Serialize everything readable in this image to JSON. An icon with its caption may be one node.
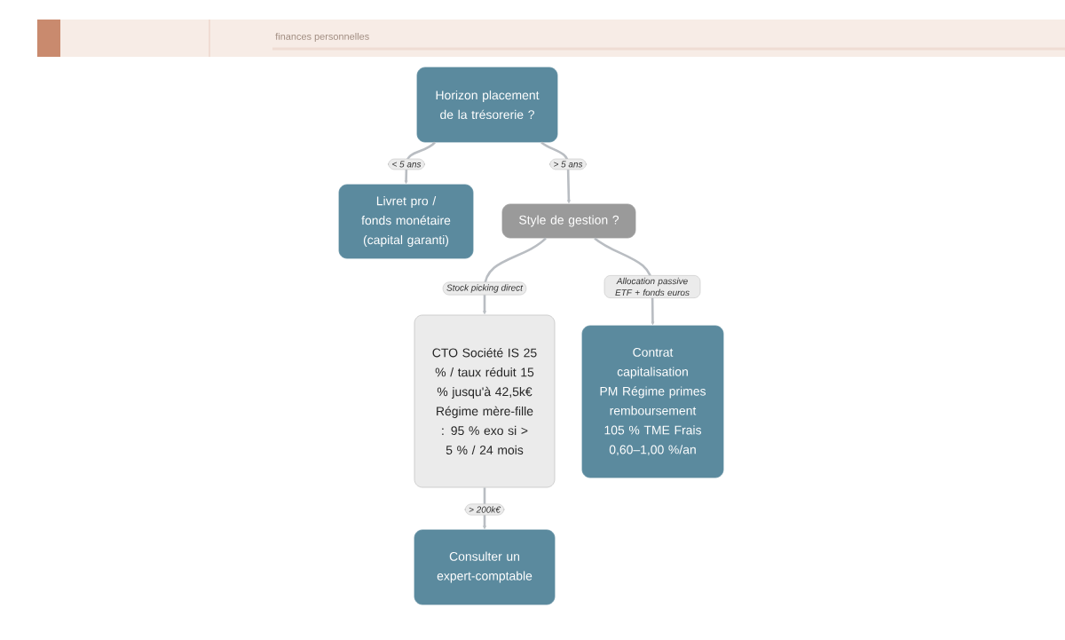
{
  "diagram": {
    "nodes": [
      {
        "text": [
          "Horizon placement de la trésorerie ?"
        ]
      },
      {
        "text": [
          "Livret pro / fonds monétaire (capital garanti)"
        ]
      },
      {
        "text": [
          "Style de gestion ?"
        ]
      },
      {
        "text": [
          "CTO Société IS 25 % / taux réduit 15 % jusqu'à 42,5k€ Régime mère-fille : 95 % exo si > 5 % / 24 mois"
        ]
      },
      {
        "text": [
          "Contrat capitalisation PM Régime primes remboursement 105 % TME Frais 0,60–1,00 %/an"
        ]
      },
      {
        "text": [
          "Consulter un expert-comptable"
        ]
      }
    ],
    "edges": [
      {
        "from": 0,
        "to": 1,
        "arrow": "to",
        "label": "< 5 ans"
      },
      {
        "from": 0,
        "to": 2,
        "arrow": "to",
        "label": "> 5 ans"
      },
      {
        "from": 2,
        "to": 3,
        "arrow": "to",
        "label": "Stock picking direct"
      },
      {
        "from": 2,
        "to": 4,
        "arrow": "to",
        "label": "Allocation passive ETF + fonds euros"
      },
      {
        "from": 3,
        "to": 5,
        "arrow": "to",
        "label": "> 200k€"
      }
    ],
    "labels": [
      "finances personnelles"
    ]
  }
}
